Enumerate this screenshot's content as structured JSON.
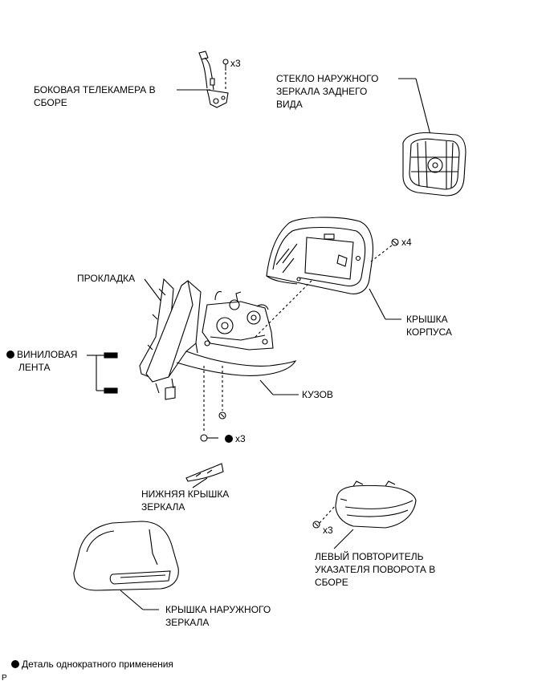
{
  "labels": {
    "side_camera": [
      "БОКОВАЯ ТЕЛЕКАМЕРА В",
      "СБОРЕ"
    ],
    "mirror_glass": [
      "СТЕКЛО НАРУЖНОГО",
      "ЗЕРКАЛА ЗАДНЕГО",
      "ВИДА"
    ],
    "housing_cover": [
      "КРЫШКА",
      "КОРПУСА"
    ],
    "gasket": "ПРОКЛАДКА",
    "vinyl_tape": [
      "ВИНИЛОВАЯ",
      "ЛЕНТА"
    ],
    "body": "КУЗОВ",
    "lower_mirror_cover": [
      "НИЖНЯЯ КРЫШКА",
      "ЗЕРКАЛА"
    ],
    "outer_mirror_cover": [
      "КРЫШКА НАРУЖНОГО",
      "ЗЕРКАЛА"
    ],
    "turn_repeater": [
      "ЛЕВЫЙ ПОВТОРИТЕЛЬ",
      "УКАЗАТЕЛЯ ПОВОРОТА В",
      "СБОРЕ"
    ]
  },
  "quantities": {
    "camera_screws": "x3",
    "cover_screws": "x4",
    "body_screws": "x3",
    "repeater_screws": "x3"
  },
  "legend": {
    "symbol": "filled-circle-icon",
    "text": "Деталь однократного применения"
  },
  "page_mark": "P"
}
